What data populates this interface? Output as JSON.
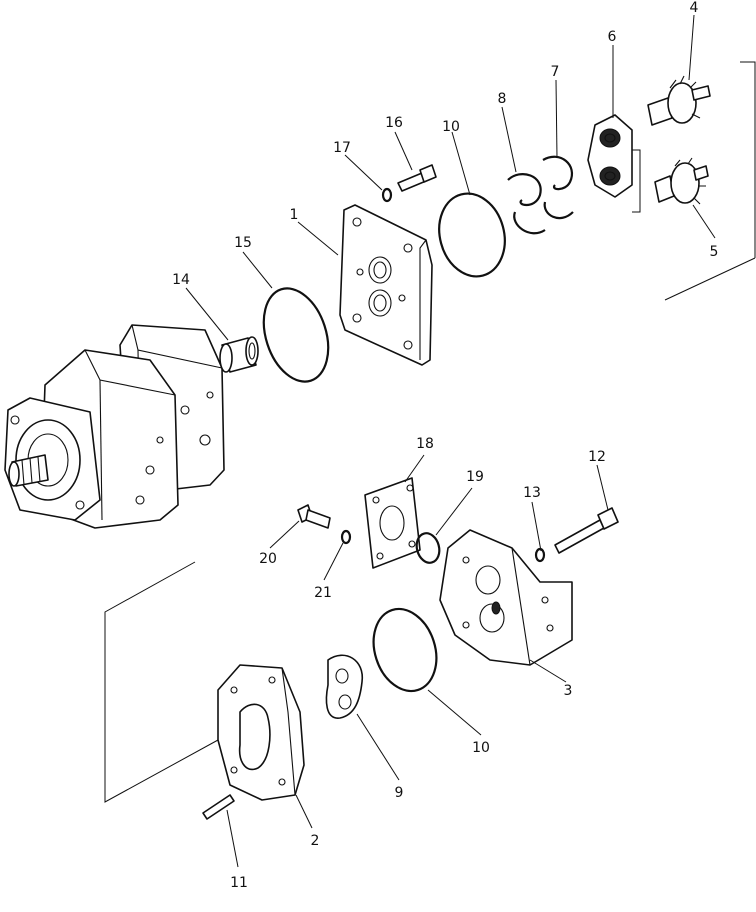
{
  "callouts": [
    {
      "id": "c1",
      "text": "1"
    },
    {
      "id": "c2",
      "text": "2"
    },
    {
      "id": "c3",
      "text": "3"
    },
    {
      "id": "c4",
      "text": "4"
    },
    {
      "id": "c5",
      "text": "5"
    },
    {
      "id": "c6",
      "text": "6"
    },
    {
      "id": "c7",
      "text": "7"
    },
    {
      "id": "c8",
      "text": "8"
    },
    {
      "id": "c9",
      "text": "9"
    },
    {
      "id": "c10a",
      "text": "10"
    },
    {
      "id": "c10b",
      "text": "10"
    },
    {
      "id": "c11",
      "text": "11"
    },
    {
      "id": "c12",
      "text": "12"
    },
    {
      "id": "c13",
      "text": "13"
    },
    {
      "id": "c14",
      "text": "14"
    },
    {
      "id": "c15",
      "text": "15"
    },
    {
      "id": "c16",
      "text": "16"
    },
    {
      "id": "c17",
      "text": "17"
    },
    {
      "id": "c18",
      "text": "18"
    },
    {
      "id": "c19",
      "text": "19"
    },
    {
      "id": "c20",
      "text": "20"
    },
    {
      "id": "c21",
      "text": "21"
    }
  ]
}
